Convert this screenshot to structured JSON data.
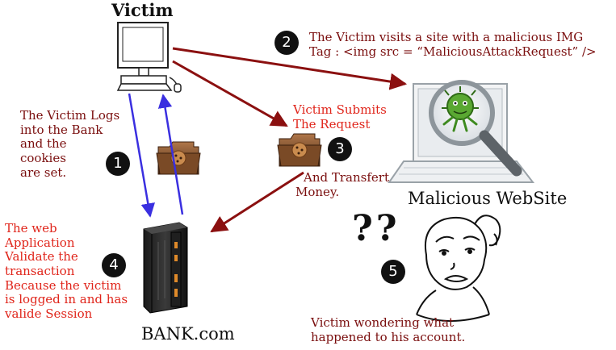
{
  "labels": {
    "victim_title": "Victim",
    "malicious_site_title": "Malicious WebSite",
    "bank_title": "BANK.com",
    "question_marks": "??"
  },
  "steps": [
    {
      "number": "1",
      "lines": [
        "The Victim Logs",
        "into the Bank",
        "and the",
        "cookies",
        "are set."
      ]
    },
    {
      "number": "2",
      "lines": [
        "The Victim visits a site with a malicious IMG",
        "Tag : <img src = “MaliciousAttackRequest” />"
      ]
    },
    {
      "number": "3",
      "lines": [
        "Victim Submits",
        "The Request"
      ],
      "extra_lines": [
        "And Transfert",
        "Money."
      ]
    },
    {
      "number": "4",
      "lines": [
        "The web",
        "Application",
        "Validate the",
        "transaction",
        "Because the victim",
        "is logged in and has",
        "valide Session"
      ]
    },
    {
      "number": "5",
      "lines": [
        "Victim wondering what",
        "happened to his account."
      ]
    }
  ],
  "icons": {
    "victim": "desktop-computer-icon",
    "malicious_site": "laptop-with-magnifier-virus-icon",
    "bank": "server-tower-icon",
    "cookie_folder": "cookie-folder-icon",
    "confused_person": "confused-person-icon"
  },
  "colors": {
    "step_text_red": "#e0251b",
    "step_text_maroon": "#7a0e0e",
    "arrow_maroon": "#8b1010",
    "arrow_blue": "#3a2fe0",
    "badge": "#111111"
  }
}
